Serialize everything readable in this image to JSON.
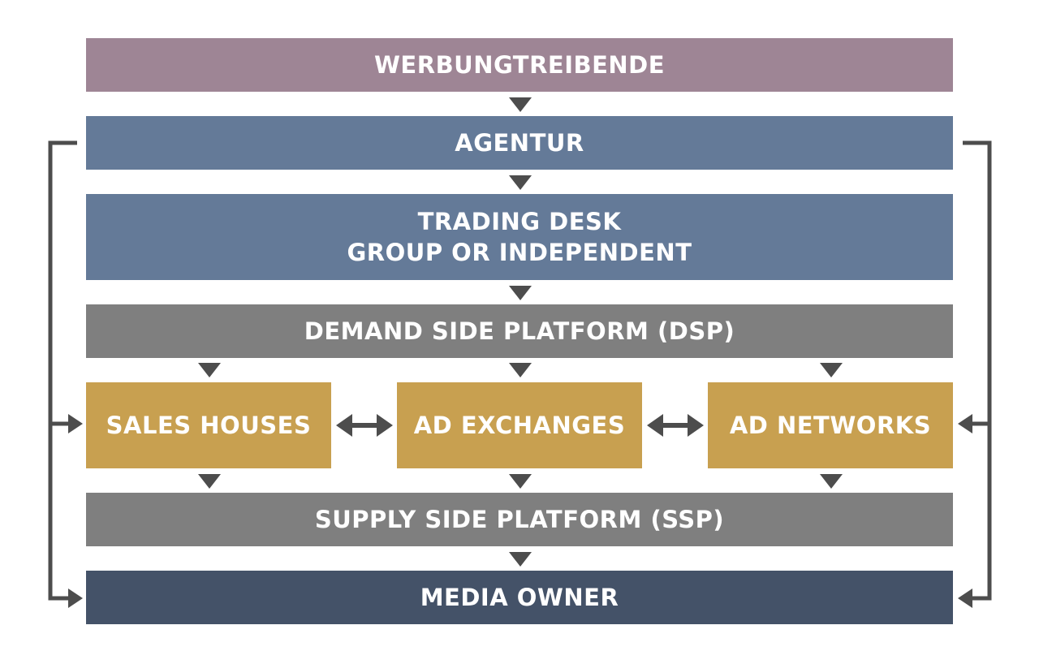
{
  "colors": {
    "advertiser": "#9e8595",
    "agency": "#647a98",
    "trading_desk": "#647a98",
    "platform": "#7f7f7f",
    "middle": "#c8a050",
    "media_owner": "#445268",
    "connector": "#4d4d4d"
  },
  "boxes": {
    "advertiser": "WERBUNGTREIBENDE",
    "agency": "AGENTUR",
    "trading_desk_line1": "TRADING DESK",
    "trading_desk_line2": "GROUP OR INDEPENDENT",
    "dsp": "DEMAND SIDE PLATFORM (DSP)",
    "sales_houses": "SALES HOUSES",
    "ad_exchanges": "AD EXCHANGES",
    "ad_networks": "AD NETWORKS",
    "ssp": "SUPPLY SIDE PLATFORM (SSP)",
    "media_owner": "MEDIA OWNER"
  }
}
